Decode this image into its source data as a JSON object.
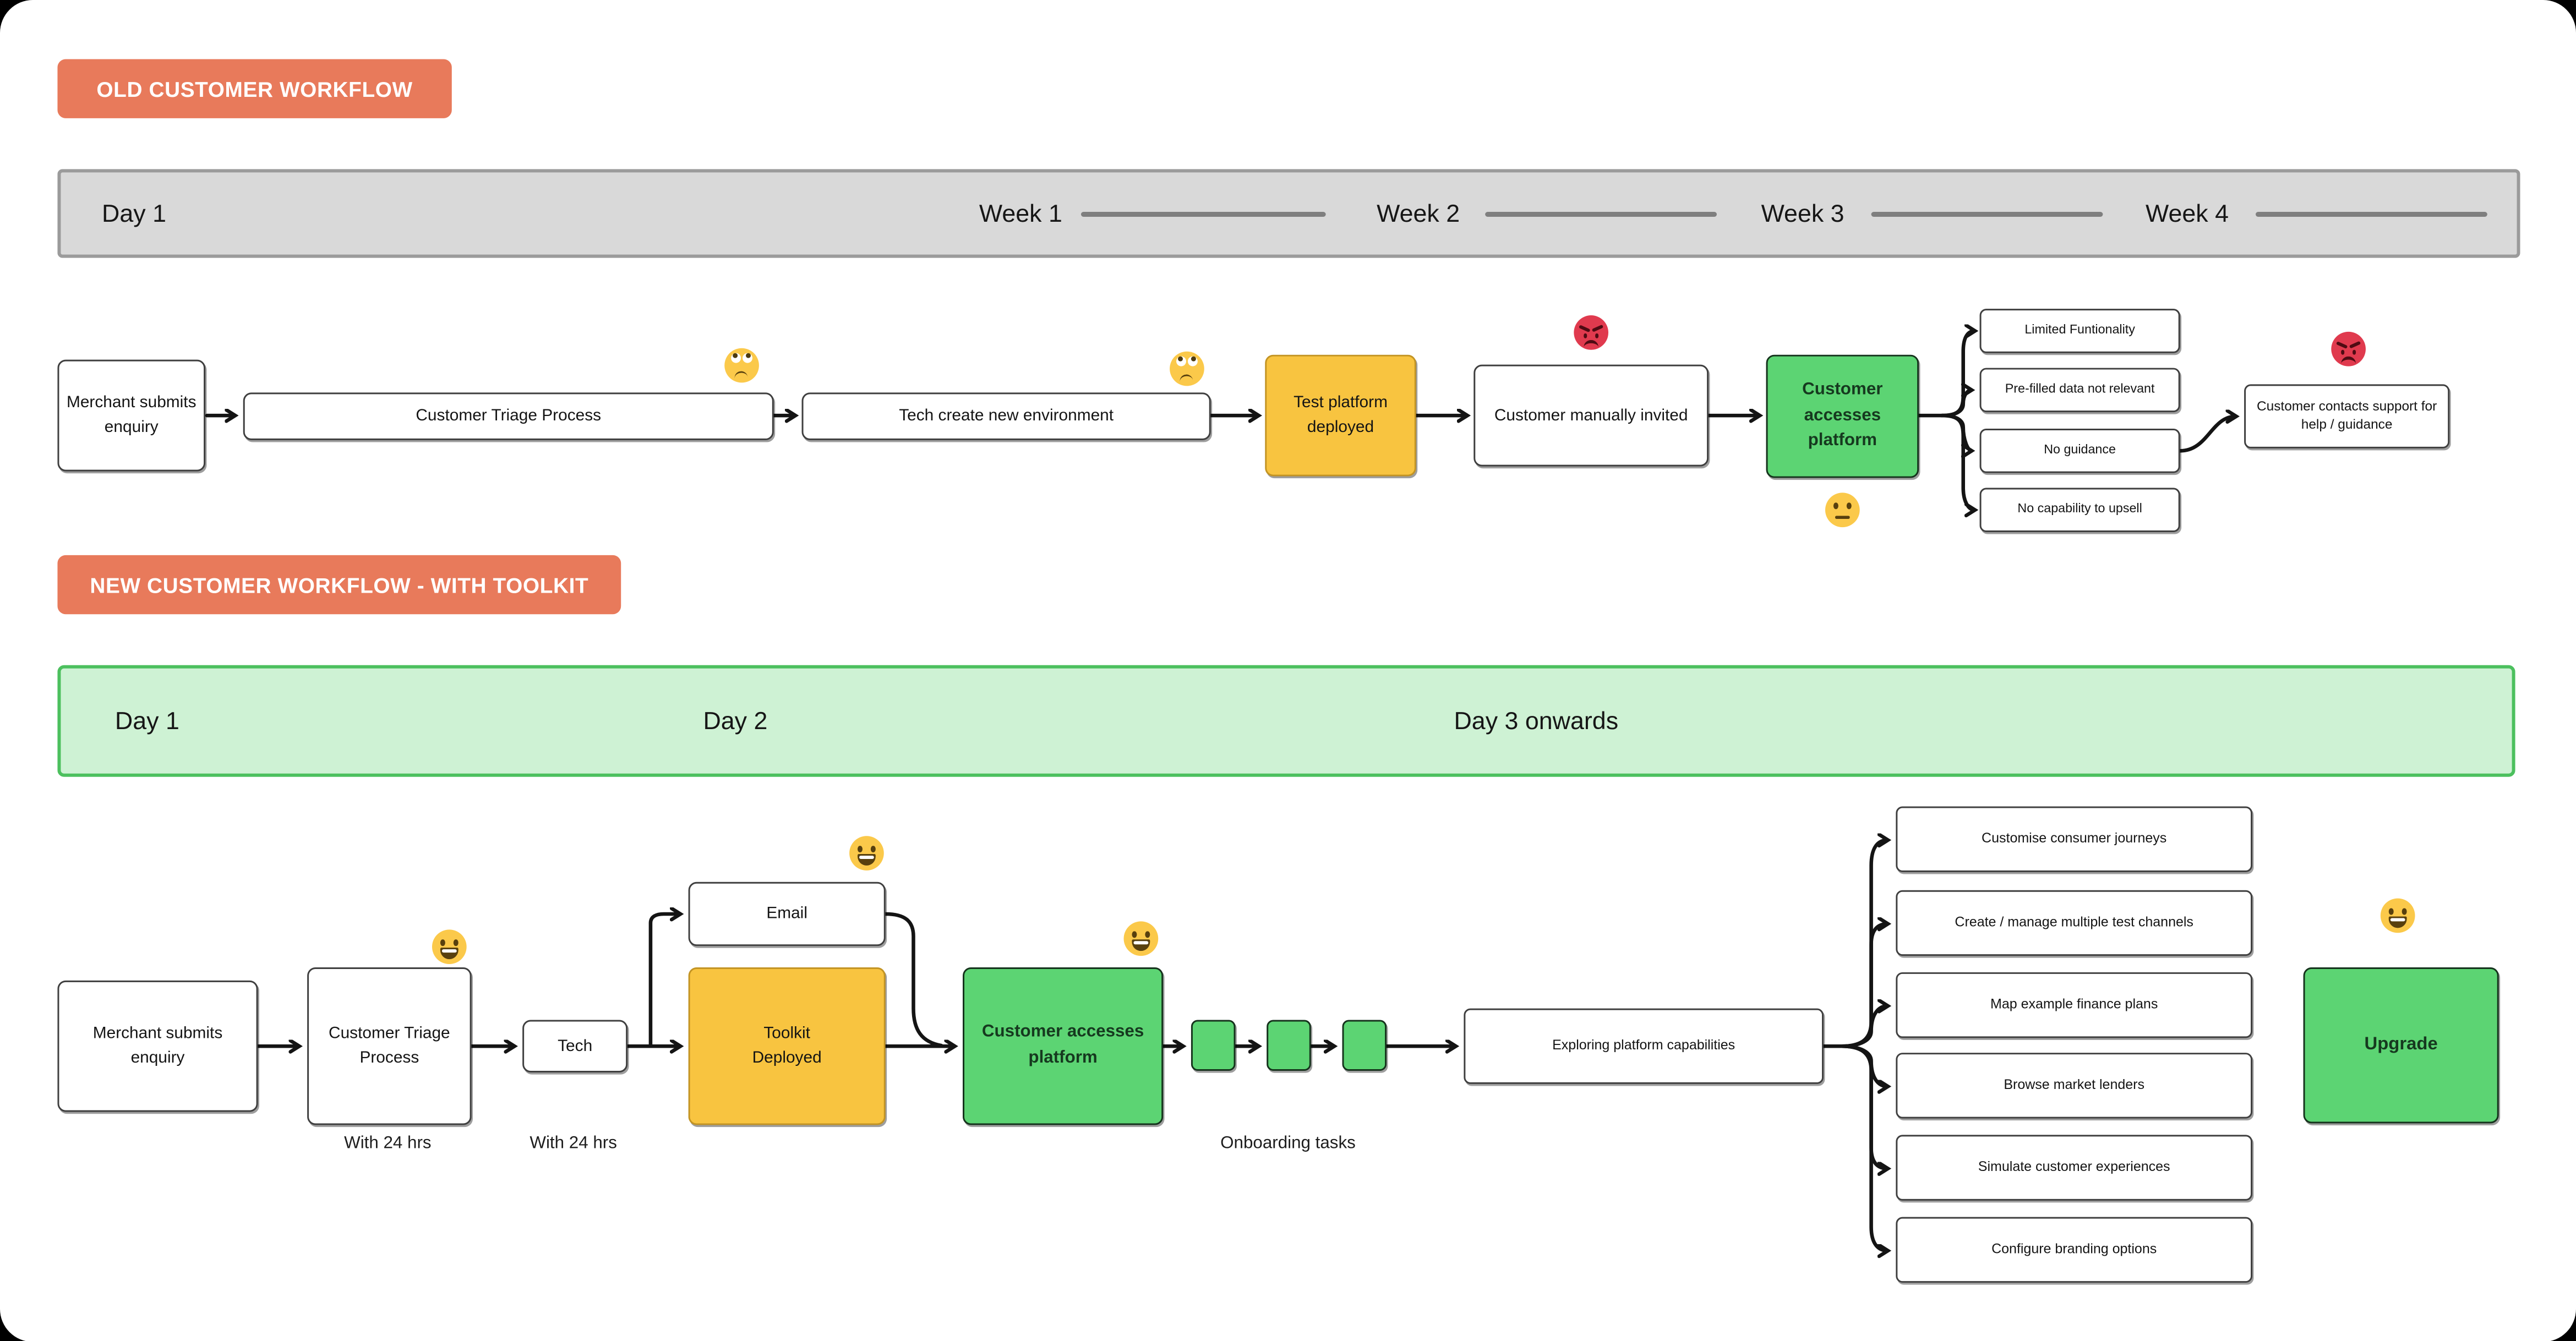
{
  "colors": {
    "accent_orange": "#E87A5B",
    "node_yellow": "#F8C440",
    "node_green": "#5CD473",
    "band_light_green": "#CEF2D4",
    "band_green_border": "#4CC05E",
    "band_gray": "#D9D9D9",
    "emoji_yellow": "#FBC94A",
    "emoji_angry_red": "#E03A4E"
  },
  "old_wf": {
    "badge": "OLD CUSTOMER WORKFLOW",
    "timeline": {
      "day1": "Day 1",
      "week1": "Week 1",
      "week2": "Week 2",
      "week3": "Week 3",
      "week4": "Week 4"
    },
    "nodes": {
      "merchant": "Merchant submits enquiry",
      "triage": "Customer Triage Process",
      "tech_env": "Tech create new environment",
      "test_platform": "Test platform deployed",
      "manual_invite": "Customer manually invited",
      "access": "Customer accesses platform",
      "support": "Customer contacts support for help / guidance"
    },
    "pain_points": [
      "Limited Funtionality",
      "Pre-filled data not relevant",
      "No guidance",
      "No capability to upsell"
    ],
    "emojis": [
      "rolling-eyes",
      "rolling-eyes",
      "angry",
      "neutral",
      "angry"
    ]
  },
  "new_wf": {
    "badge": "NEW CUSTOMER WORKFLOW - WITH TOOLKIT",
    "timeline": {
      "day1": "Day 1",
      "day2": "Day 2",
      "day3": "Day 3 onwards"
    },
    "nodes": {
      "merchant": "Merchant submits enquiry",
      "triage": "Customer Triage Process",
      "tech": "Tech",
      "email": "Email",
      "toolkit": "Toolkit Deployed",
      "access": "Customer accesses platform",
      "exploring": "Exploring platform capabilities",
      "upgrade": "Upgrade"
    },
    "captions": {
      "with24_triage": "With 24 hrs",
      "with24_tech": "With 24 hrs",
      "onboarding": "Onboarding tasks"
    },
    "capabilities": [
      "Customise consumer journeys",
      "Create / manage multiple test channels",
      "Map example finance plans",
      "Browse market lenders",
      "Simulate customer experiences",
      "Configure branding options"
    ],
    "emojis": [
      "grinning",
      "grinning",
      "grinning",
      "grinning"
    ]
  }
}
